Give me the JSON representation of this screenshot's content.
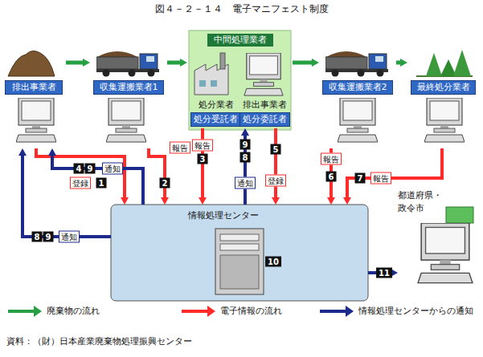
{
  "diagram": {
    "title": "図４－２－１４　電子マニフェスト制度",
    "caption": "資料：（財）日本産業廃棄物処理振興センター",
    "nodes": [
      {
        "text": [
          "排出事業者"
        ]
      },
      {
        "text": [
          "収集運搬業者1"
        ]
      },
      {
        "text": [
          "中間処理業者"
        ]
      },
      {
        "text": [
          "処分業者",
          "処分受託者"
        ],
        "in": 2
      },
      {
        "text": [
          "排出事業者",
          "処分委託者"
        ],
        "in": 2
      },
      {
        "text": [
          "収集運搬業者2"
        ]
      },
      {
        "text": [
          "最終処分業者"
        ]
      },
      {
        "text": [
          "情報処理センター"
        ]
      },
      {
        "text": [
          "都道府県・政令市"
        ]
      }
    ],
    "edges": [
      {
        "from": 0,
        "to": 1,
        "arrow": "to"
      },
      {
        "from": 1,
        "to": 2,
        "arrow": "to"
      },
      {
        "from": 2,
        "to": 5,
        "arrow": "to"
      },
      {
        "from": 5,
        "to": 6,
        "arrow": "to"
      },
      {
        "from": 0,
        "to": 7,
        "arrow": "to",
        "label": "登録"
      },
      {
        "from": 1,
        "to": 7,
        "arrow": "to",
        "label": "報告"
      },
      {
        "from": 3,
        "to": 7,
        "arrow": "to",
        "label": "報告"
      },
      {
        "from": 4,
        "to": 7,
        "arrow": "to",
        "label": "登録"
      },
      {
        "from": 5,
        "to": 7,
        "arrow": "to",
        "label": "報告"
      },
      {
        "from": 6,
        "to": 7,
        "arrow": "to",
        "label": "報告"
      },
      {
        "from": 7,
        "to": 0,
        "arrow": "to",
        "label": "通知"
      },
      {
        "from": 7,
        "to": 4,
        "arrow": "to",
        "label": "通知"
      },
      {
        "from": 7,
        "to": 0,
        "arrow": "to",
        "label": "通知"
      },
      {
        "from": 7,
        "to": 8,
        "arrow": "to"
      }
    ],
    "labels": [
      "4",
      "9",
      "1",
      "2",
      "3",
      "9",
      "8",
      "5",
      "6",
      "7",
      "8",
      "9",
      "10",
      "11"
    ],
    "legend": [
      {
        "text": "廃棄物の流れ",
        "color": "#27a044"
      },
      {
        "text": "電子情報の流れ",
        "color": "#ff2a2a"
      },
      {
        "text": "情報処理センターからの通知",
        "color": "#1c2a8c"
      }
    ]
  }
}
